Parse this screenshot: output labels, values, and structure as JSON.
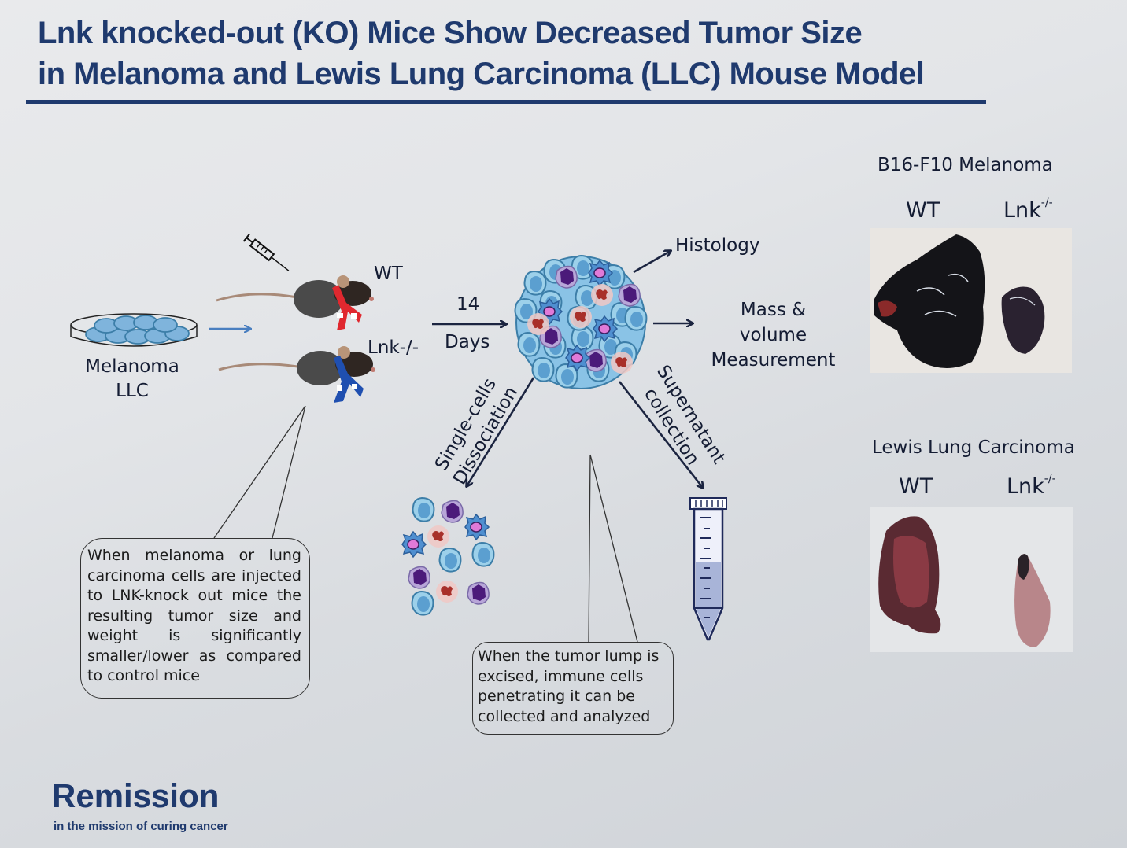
{
  "header": {
    "title_line1": "Lnk knocked-out (KO) Mice Show Decreased Tumor Size",
    "title_line2": "in Melanoma and Lewis Lung Carcinoma (LLC) Mouse Model"
  },
  "workflow": {
    "cell_source_line1": "Melanoma",
    "cell_source_line2": "LLC",
    "mouse_wt_label": "WT",
    "mouse_ko_label": "Lnk-/-",
    "duration_number": "14",
    "duration_unit": "Days",
    "histology_label": "Histology",
    "mass_line1": "Mass &",
    "mass_line2": "volume",
    "mass_line3": "Measurement",
    "dissociation_line1": "Single-cells",
    "dissociation_line2": "Dissociation",
    "supernatant_line1": "Supernatant",
    "supernatant_line2": "collection"
  },
  "notes": {
    "injection_note": "When melanoma or lung carcinoma cells are injected to LNK-knock out mice the resulting tumor size and weight is significantly smaller/lower as compared to control mice",
    "immune_note": "When the tumor lump is excised, immune cells penetrating it can be collected and analyzed"
  },
  "results": {
    "melanoma": {
      "title": "B16-F10 Melanoma",
      "wt_label": "WT",
      "ko_label": "Lnk",
      "ko_sup": "-/-"
    },
    "llc": {
      "title": "Lewis Lung Carcinoma",
      "wt_label": "WT",
      "ko_label": "Lnk",
      "ko_sup": "-/-"
    }
  },
  "branding": {
    "logo_text": "Remission",
    "tagline": "in the mission of curing cancer"
  },
  "colors": {
    "title_navy": "#1f3a6e",
    "arrow_navy": "#1b2440",
    "cell_blue": "#7fb4dc",
    "wt_scarf": "#e0282f",
    "ko_scarf": "#1f4fb0"
  }
}
